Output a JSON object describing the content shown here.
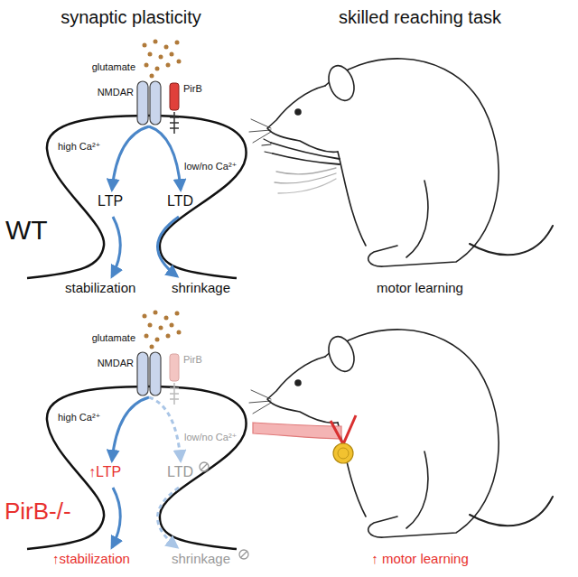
{
  "diagram": {
    "labels": [
      "synaptic plasticity",
      "skilled reaching task",
      "glutamate",
      "NMDAR",
      "PirB",
      "high Ca²⁺",
      "low/no Ca²⁺",
      "LTP",
      "LTD",
      "WT",
      "stabilization",
      "shrinkage",
      "motor learning",
      "glutamate",
      "NMDAR",
      "PirB",
      "high Ca²⁺",
      "low/no Ca²⁺",
      "↑LTP",
      "LTD",
      "PirB-/-",
      "↑stabilization",
      "shrinkage",
      "↑ motor learning"
    ]
  }
}
